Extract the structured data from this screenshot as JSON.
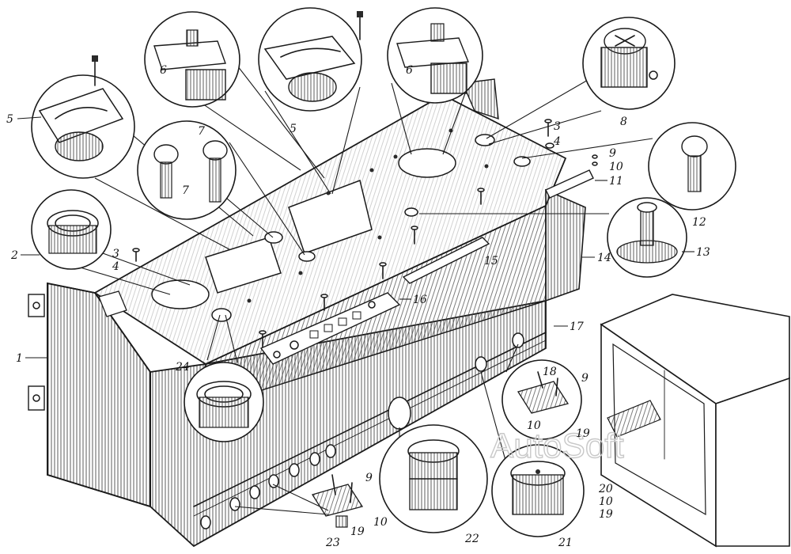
{
  "labels": {
    "l1": "1",
    "l2": "2",
    "l3a": "3",
    "l3b": "3",
    "l4a": "4",
    "l4b": "4",
    "l5a": "5",
    "l5b": "5",
    "l6a": "6",
    "l6b": "6",
    "l7a": "7",
    "l7b": "7",
    "l8": "8",
    "l9a": "9",
    "l9b": "9",
    "l9c": "9",
    "l10a": "10",
    "l10b": "10",
    "l10c": "10",
    "l10d": "10",
    "l11": "11",
    "l12": "12",
    "l13": "13",
    "l14": "14",
    "l15": "15",
    "l16": "16",
    "l17": "17",
    "l18": "18",
    "l19a": "19",
    "l19b": "19",
    "l19c": "19",
    "l20": "20",
    "l21": "21",
    "l22": "22",
    "l23": "23",
    "l24": "24"
  },
  "watermark": "AutoSoft"
}
